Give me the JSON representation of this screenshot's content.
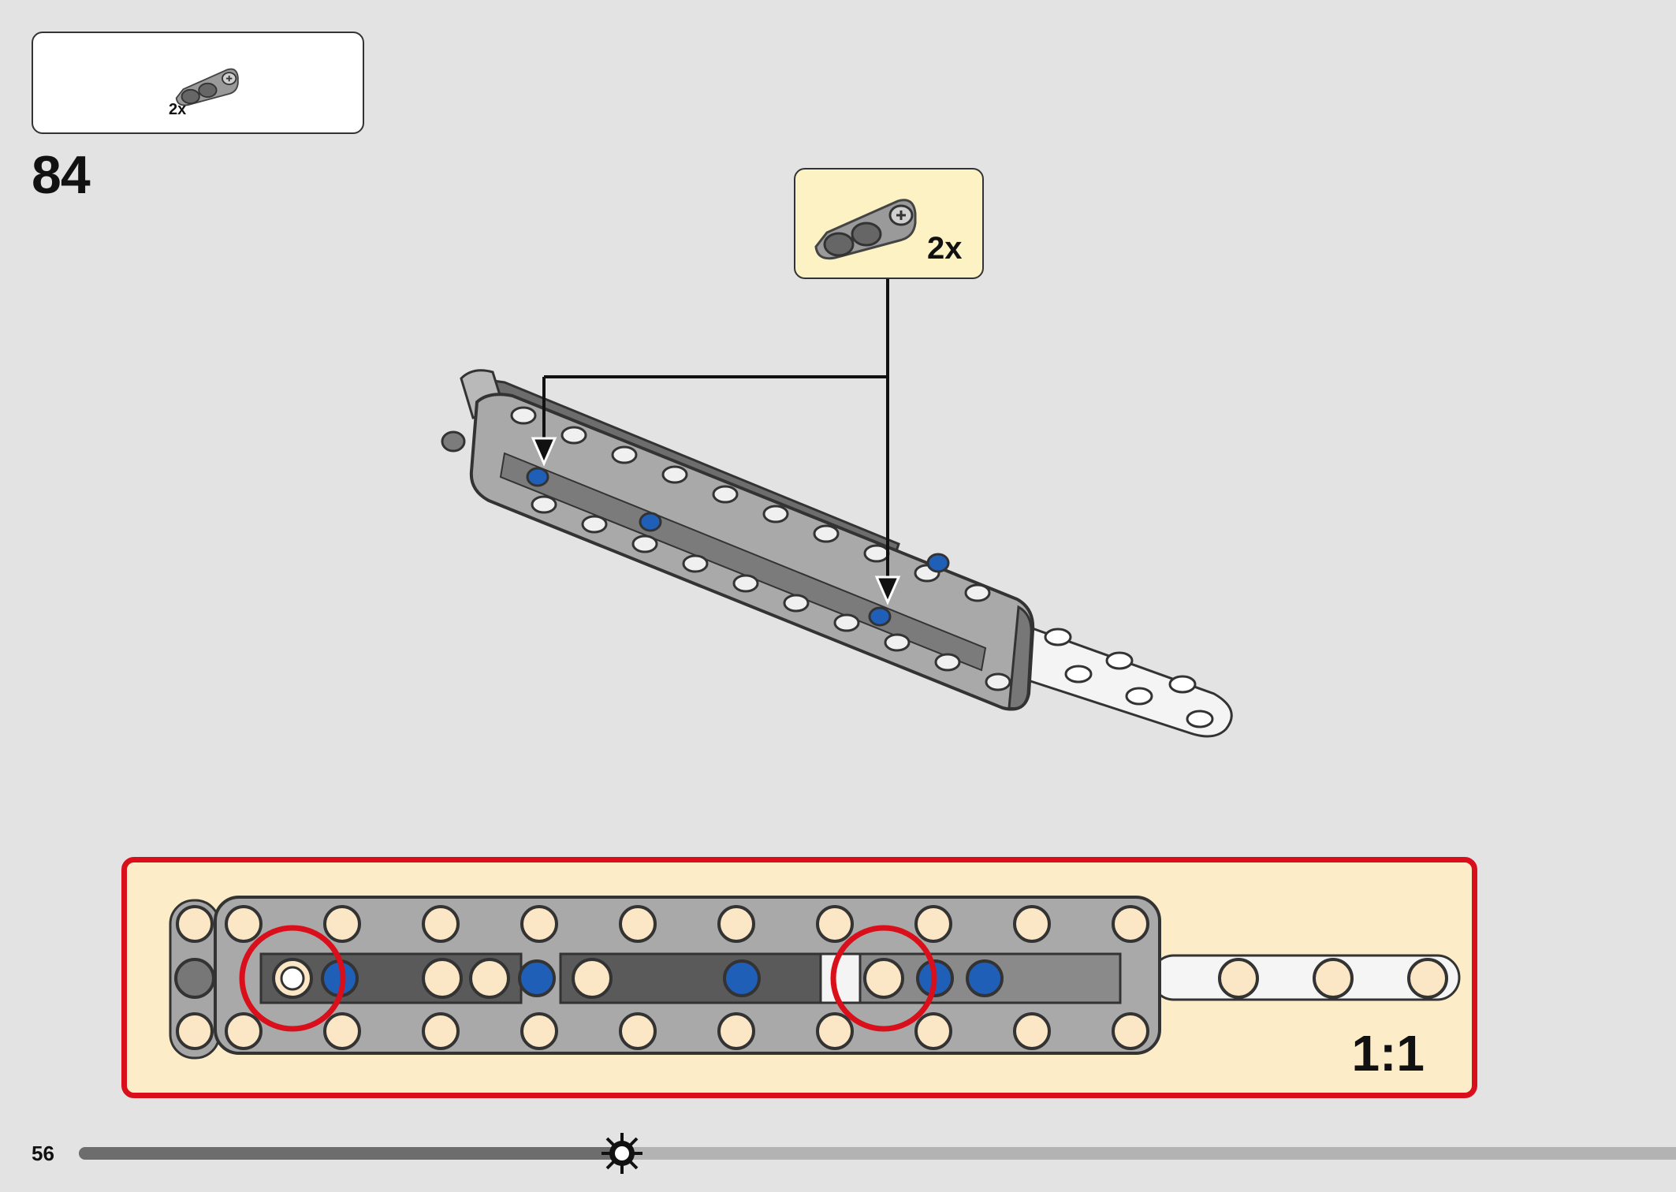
{
  "parts_list": {
    "quantity": "2x",
    "part_icon": "connector-beam-icon"
  },
  "step": {
    "number": "84"
  },
  "callout": {
    "quantity": "2x",
    "part_icon": "connector-beam-icon"
  },
  "detail_view": {
    "scale": "1:1"
  },
  "footer": {
    "page_number": "56",
    "progress": 0.34,
    "marker_icon": "gear-marker-icon"
  },
  "colors": {
    "background": "#e3e3e3",
    "callout_fill": "#fdf2c4",
    "detail_fill": "#fcecc8",
    "detail_border": "#d9101b",
    "lego_grey": "#9c9c9c",
    "lego_blue": "#1f5fb8"
  }
}
